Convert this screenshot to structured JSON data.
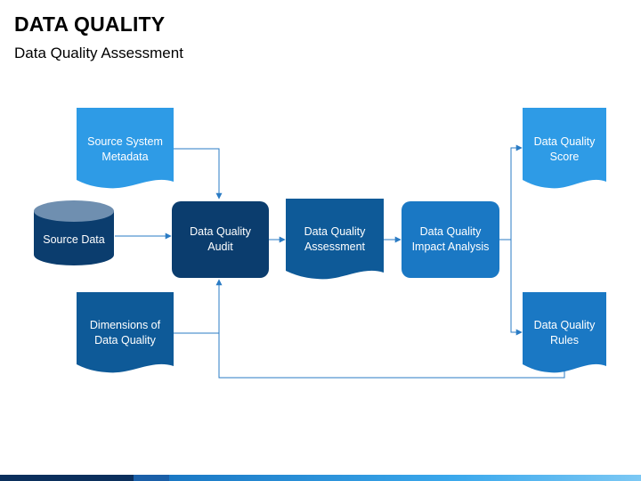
{
  "header": {
    "title": "DATA QUALITY",
    "subtitle": "Data Quality Assessment"
  },
  "colors": {
    "light_blue": "#2e9be6",
    "mid_blue": "#1a78c4",
    "dark_blue": "#0e5a98",
    "navy": "#0b3d6e",
    "cylinder_top": "#6f8fb0",
    "connector": "#2a7bc4"
  },
  "nodes": {
    "source_system_metadata": "Source System\nMetadata",
    "source_data": "Source Data",
    "dimensions_of_data_quality": "Dimensions of\nData Quality",
    "data_quality_audit": "Data Quality\nAudit",
    "data_quality_assessment": "Data Quality\nAssessment",
    "data_quality_impact_analysis": "Data Quality\nImpact Analysis",
    "data_quality_score": "Data Quality\nScore",
    "data_quality_rules": "Data Quality\nRules"
  }
}
